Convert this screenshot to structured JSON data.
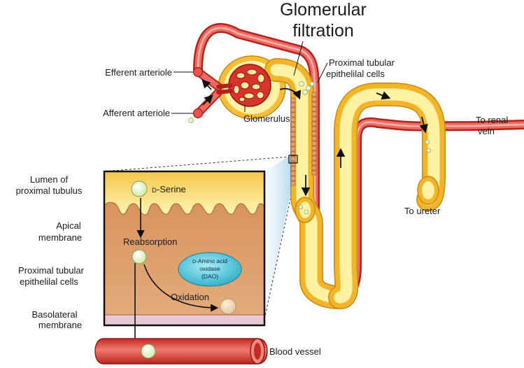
{
  "title_line1": "Glomerular",
  "title_line2": "filtration",
  "labels": {
    "efferent": "Efferent arteriole",
    "afferent": "Afferent arteriole",
    "glomerulus": "Glomerulus",
    "ptec_line1": "Proximal tubular",
    "ptec_line2": "epithelilal cells",
    "renal_line1": "To renal",
    "renal_line2": "vein",
    "ureter": "To ureter"
  },
  "left_labels": {
    "lumen_line1": "Lumen of",
    "lumen_line2": "proximal tubulus",
    "apical_line1": "Apical",
    "apical_line2": "membrane",
    "ptec_line1": "Proximal tubular",
    "ptec_line2": "epithelilal cells",
    "baso_line1": "Basolateral",
    "baso_line2": "membrane"
  },
  "inset": {
    "serine_prefix": "D",
    "serine_rest": "-Serine",
    "reabsorption": "Reabsorption",
    "oxidation": "Oxidation",
    "dao_line1_prefix": "D",
    "dao_line1_rest": "-Amino acid",
    "dao_line2": "oxidase",
    "dao_line3": "(DAO)",
    "blood_vessel": "Blood vessel"
  },
  "colors": {
    "artery": "#e8534d",
    "artery_dark": "#b3221c",
    "tubule": "#f7c63a",
    "tubule_light": "#fff2a8",
    "cell": "#d99b6c",
    "cell_dark": "#a0652f",
    "dao": "#2fb7cf",
    "molecule": "#e6f5c4"
  }
}
